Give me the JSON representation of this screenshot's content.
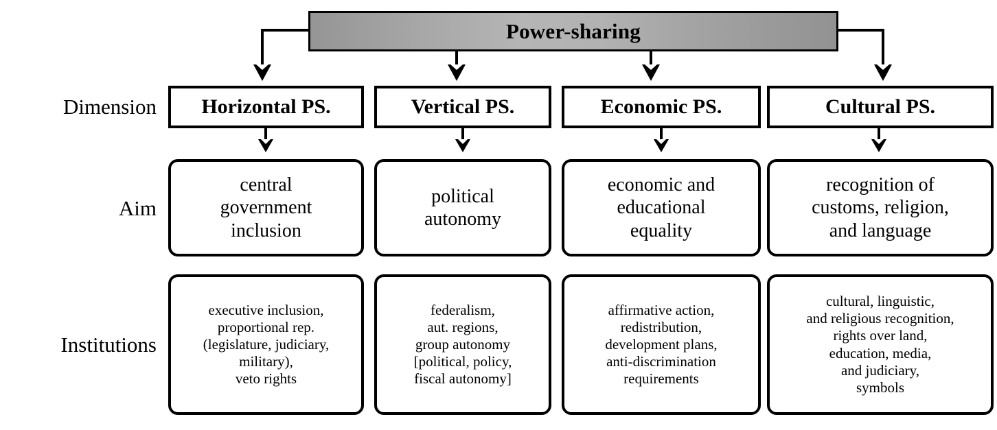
{
  "title": {
    "label": "Power-sharing"
  },
  "row_labels": {
    "dimension": "Dimension",
    "aim": "Aim",
    "institutions": "Institutions"
  },
  "columns": [
    {
      "dimension": "Horizontal PS.",
      "aim": "central\ngovernment\ninclusion",
      "institutions": "executive inclusion,\nproportional rep.\n(legislature, judiciary,\nmilitary),\nveto rights"
    },
    {
      "dimension": "Vertical PS.",
      "aim": "political\nautonomy",
      "institutions": "federalism,\naut. regions,\ngroup autonomy\n[political, policy,\nfiscal autonomy]"
    },
    {
      "dimension": "Economic PS.",
      "aim": "economic and\neducational\nequality",
      "institutions": "affirmative action,\nredistribution,\ndevelopment plans,\nanti-discrimination\nrequirements"
    },
    {
      "dimension": "Cultural PS.",
      "aim": "recognition of\ncustoms, religion,\nand language",
      "institutions": "cultural, linguistic,\nand religious recognition,\nrights over land,\neducation, media,\nand judiciary,\nsymbols"
    }
  ],
  "colors": {
    "stroke": "#000000",
    "background": "#ffffff",
    "title_gradient_start": "#959595",
    "title_gradient_mid": "#b5b5b5",
    "title_gradient_end": "#929292"
  }
}
